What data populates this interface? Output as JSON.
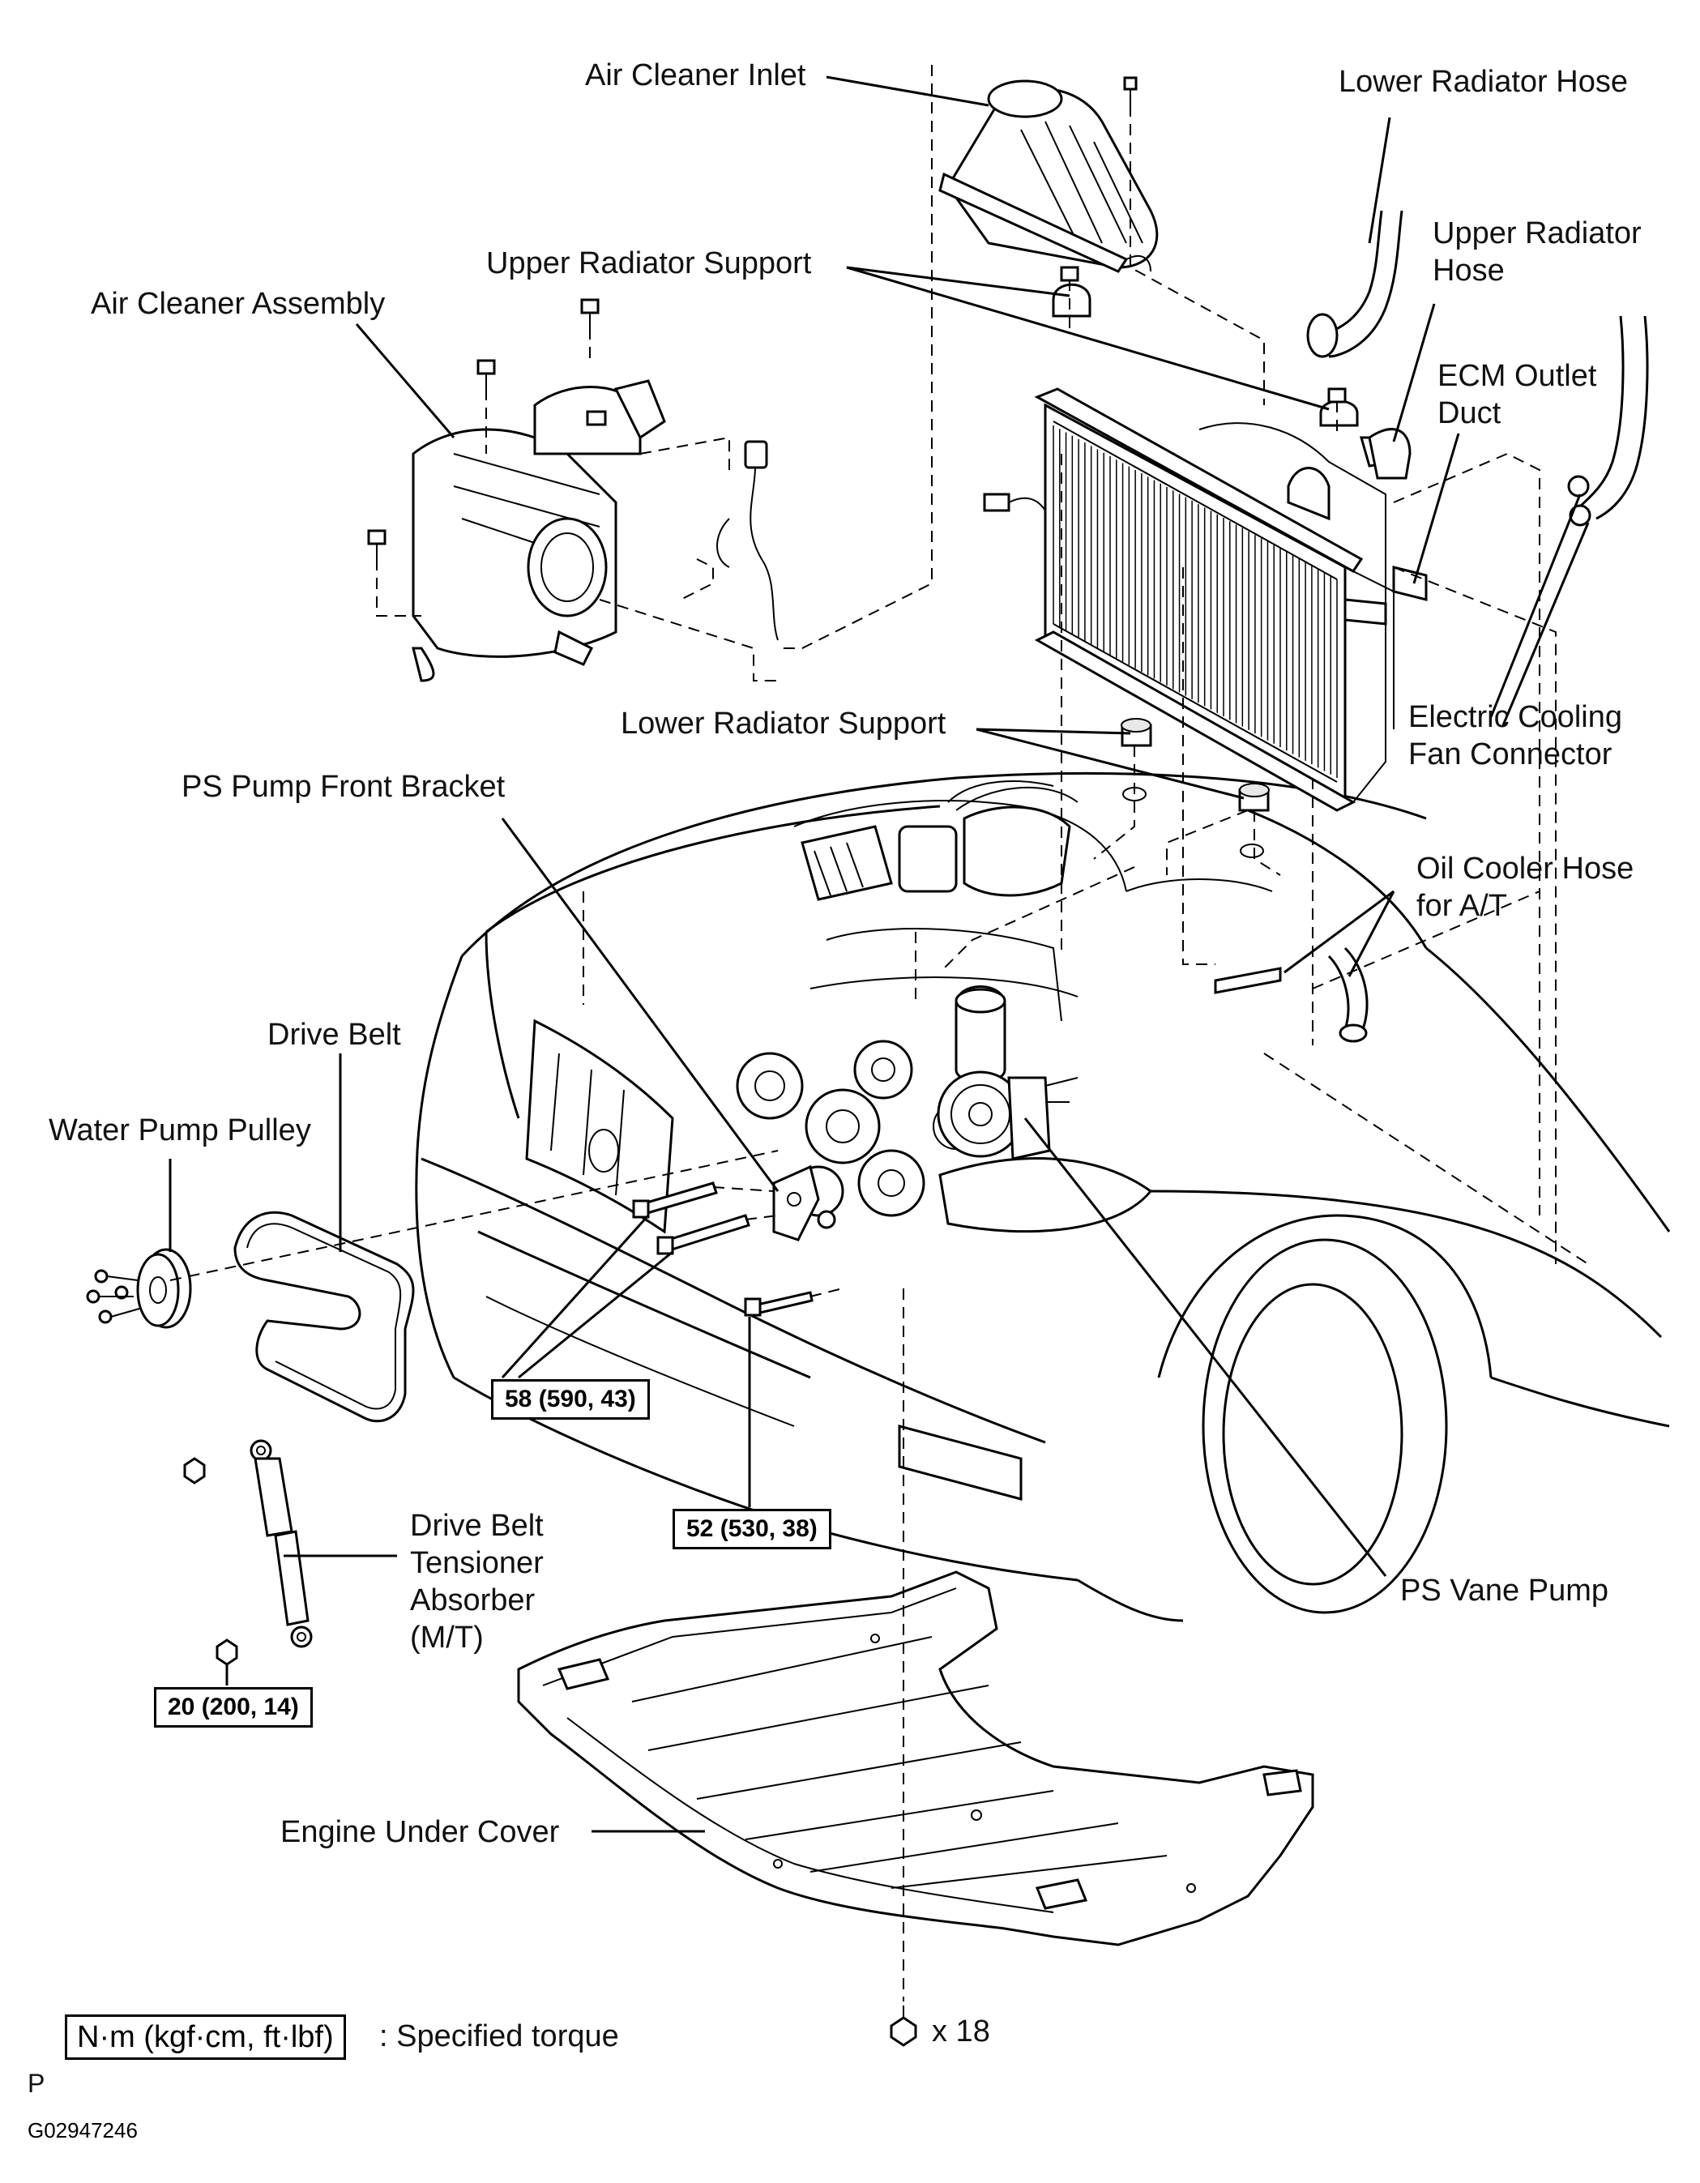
{
  "labels": {
    "air_cleaner_inlet": "Air Cleaner Inlet",
    "lower_radiator_hose": "Lower Radiator Hose",
    "upper_radiator_support": "Upper Radiator Support",
    "upper_radiator_hose_1": "Upper  Radiator",
    "upper_radiator_hose_2": "Hose",
    "air_cleaner_assembly": "Air Cleaner Assembly",
    "ecm_outlet_duct_1": "ECM Outlet",
    "ecm_outlet_duct_2": "Duct",
    "lower_radiator_support": "Lower Radiator Support",
    "electric_cooling_fan_1": "Electric Cooling",
    "electric_cooling_fan_2": "Fan Connector",
    "ps_pump_front_bracket": "PS Pump Front Bracket",
    "oil_cooler_hose_1": "Oil Cooler Hose",
    "oil_cooler_hose_2": "for A/T",
    "drive_belt": "Drive Belt",
    "water_pump_pulley": "Water Pump Pulley",
    "drive_belt_tensioner_1": "Drive Belt",
    "drive_belt_tensioner_2": "Tensioner",
    "drive_belt_tensioner_3": "Absorber",
    "drive_belt_tensioner_4": "(M/T)",
    "ps_vane_pump": "PS Vane Pump",
    "engine_under_cover": "Engine Under Cover",
    "bolt_count": "x 18"
  },
  "torques": {
    "t58": "58 (590, 43)",
    "t52": "52 (530, 38)",
    "t20": "20 (200, 14)"
  },
  "legend": {
    "units": "N·m (kgf·cm, ft·lbf)",
    "meaning": ": Specified torque"
  },
  "footer": {
    "letter": "P",
    "figure_id": "G02947246"
  }
}
